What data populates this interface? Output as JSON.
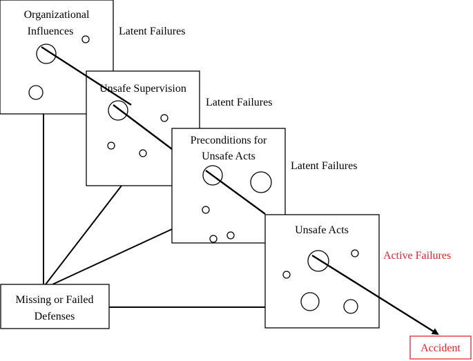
{
  "layers": [
    {
      "title_lines": [
        "Organizational",
        "Influences"
      ],
      "failure_label": "Latent Failures"
    },
    {
      "title_lines": [
        "Unsafe Supervision"
      ],
      "failure_label": "Latent Failures"
    },
    {
      "title_lines": [
        "Preconditions for",
        "Unsafe Acts"
      ],
      "failure_label": "Latent Failures"
    },
    {
      "title_lines": [
        "Unsafe Acts"
      ],
      "failure_label": "Active Failures"
    }
  ],
  "defenses": {
    "lines": [
      "Missing or Failed",
      "Defenses"
    ]
  },
  "accident": {
    "label": "Accident"
  },
  "colors": {
    "active": "#e8202a",
    "ink": "#000000"
  }
}
